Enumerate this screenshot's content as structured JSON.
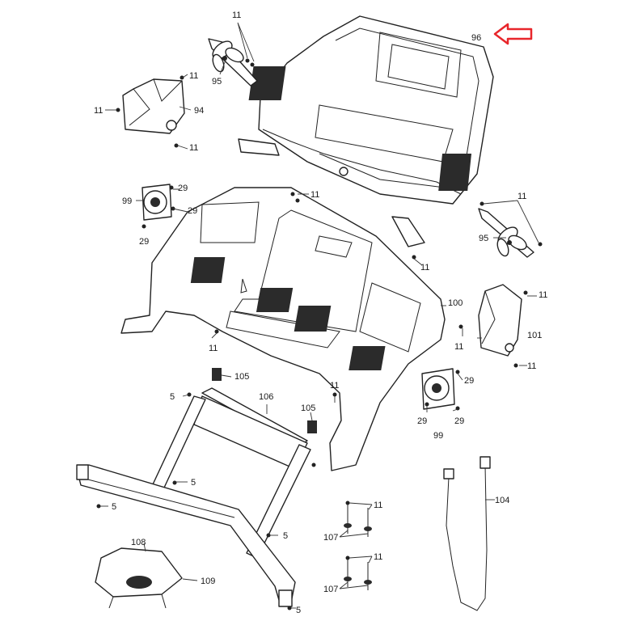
{
  "labels": {
    "l96": "96",
    "l95a": "95",
    "l95b": "95",
    "l94": "94",
    "l99a": "99",
    "l99b": "99",
    "l100": "100",
    "l101": "101",
    "l104": "104",
    "l105a": "105",
    "l105b": "105",
    "l106": "106",
    "l107a": "107",
    "l107b": "107",
    "l108": "108",
    "l109": "109",
    "n11": "11",
    "n29": "29",
    "n5": "5"
  },
  "colors": {
    "arrow": "#e8262b",
    "line": "#222222",
    "grille": "#2b2b2b"
  },
  "icons": {
    "callout_arrow": "left-pointing-arrow-icon",
    "screw": "screw-icon"
  }
}
